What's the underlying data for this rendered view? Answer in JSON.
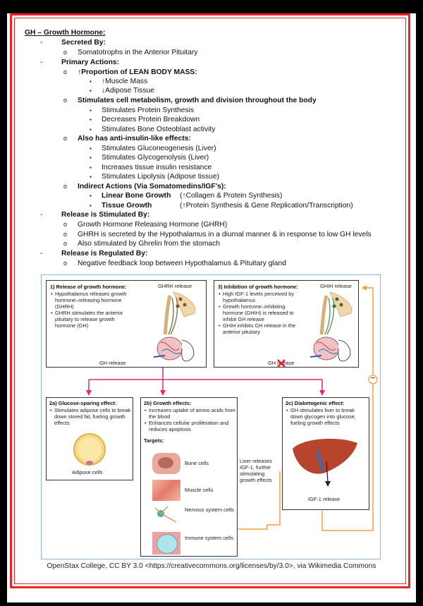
{
  "notes": {
    "title": "GH – Growth Hormone:",
    "secreted_by_heading": "Secreted By:",
    "secreted_by_item": "Somatotrophs in the Anterior Pituitary",
    "primary_actions_heading": "Primary Actions:",
    "lean_mass_heading": "↑Proportion of LEAN BODY MASS:",
    "lean_mass_items": [
      "↑Muscle Mass",
      "↓Adipose Tissue"
    ],
    "metabolism_heading": "Stimulates cell metabolism, growth and division throughout the body",
    "metabolism_items": [
      "Stimulates Protein Synthesis",
      "Decreases Protein Breakdown",
      "Stimulates Bone Osteoblast activity"
    ],
    "anti_insulin_heading": "Also has anti-insulin-like effects:",
    "anti_insulin_items": [
      "Stimulates Gluconeogenesis (Liver)",
      "Stimulates Glycogenolysis (Liver)",
      "Increases tissue insulin resistance",
      "Stimulates Lipolysis (Adipose tissue)"
    ],
    "indirect_heading": "Indirect Actions (Via Somatomedins/IGF’s):",
    "indirect_items": [
      {
        "name": "Linear Bone Growth",
        "detail": "(↑Collagen & Protein Synthesis)"
      },
      {
        "name": "Tissue Growth",
        "detail": "(↑Protein Synthesis & Gene Replication/Transcription)"
      }
    ],
    "release_stimulated_heading": "Release is Stimulated By:",
    "release_stimulated_items": [
      "Growth Hormone Releasing Hormone (GHRH)",
      "GHRH is secreted by the Hypothalamus in a diurnal manner & in response to low GH levels",
      "Also stimulated by Ghrelin from the stomach"
    ],
    "release_regulated_heading": "Release is Regulated By:",
    "release_regulated_items": [
      "Negative feedback loop between Hypothalamus & Pituitary gland"
    ],
    "dash": "-",
    "circle": "o",
    "square": "▪"
  },
  "diagram": {
    "box1": {
      "title": "1) Release of growth hormone:",
      "bullets": [
        "Hypothalamus releases growth hormone–releasing hormone (GHRH)",
        "GHRH stimulates the anterior pituitary to release growth hormone (GH)"
      ],
      "top_label": "GHRH release",
      "bottom_label": "GH release"
    },
    "box3": {
      "title": "3) Inhibition of growth hormone:",
      "bullets": [
        "High IGF-1 levels perceived by hypothalamus",
        "Growth hormone–inhibiting hormone (GHIH) is released to inhibit GH release",
        "GHIH inhibits GH release in the anterior pituitary"
      ],
      "top_label": "GHIH release",
      "bottom_label": "GH release"
    },
    "box2a": {
      "title": "2a) Glucose-sparing effect:",
      "bullets": [
        "Stimulates adipose cells to break down stored fat, fueling growth effects"
      ],
      "cell_label": "Adipose cells"
    },
    "box2b": {
      "title": "2b) Growth effects:",
      "bullets": [
        "Increases uptake of amino acids from the blood",
        "Enhances cellular proliferation and reduces apoptosis"
      ],
      "targets_label": "Targets:",
      "targets": [
        "Bone cells",
        "Muscle cells",
        "Nervous system cells",
        "Immune system cells"
      ]
    },
    "box2c": {
      "title": "2c) Diabetogenic effect:",
      "bullets": [
        "GH stimulates liver to break down glycogen into glucose, fueling growth effects"
      ],
      "igf_label": "IGF-1 release"
    },
    "liver_note": "Liver releases IGF-1, further stimulating growth effects",
    "minus_sign": "−",
    "colors": {
      "pink": "#e2267a",
      "orange": "#f5a13a",
      "red": "#e8242a",
      "liver": "#b8442e"
    }
  },
  "credit": "OpenStax College, CC BY 3.0 <https://creativecommons.org/licenses/by/3.0>, via Wikimedia Commons"
}
